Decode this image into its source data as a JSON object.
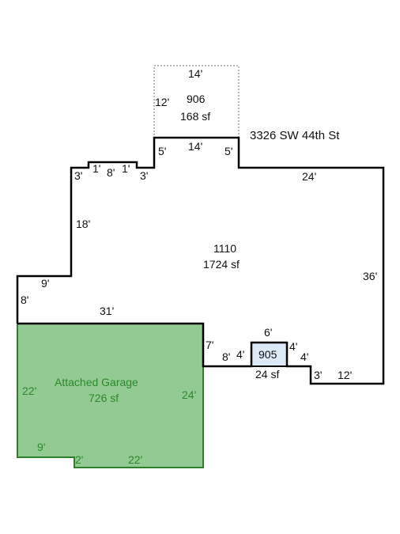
{
  "address": "3326 SW 44th St",
  "colors": {
    "outline": "#000000",
    "garage_fill": "#93c993",
    "garage_stroke": "#2f7f2f",
    "garage_text": "#2a8a2a",
    "porch_fill": "#dce9f7",
    "dotted_area": "#777777"
  },
  "areas": {
    "main": {
      "code": "1110",
      "size": "1724 sf"
    },
    "upper": {
      "code": "906",
      "size": "168 sf"
    },
    "porch": {
      "code": "905",
      "size": "24 sf"
    },
    "garage": {
      "name": "Attached Garage",
      "size": "726 sf"
    }
  },
  "dims": {
    "upper_top": "14'",
    "upper_left": "12'",
    "upper_bottom": "14'",
    "upper_side_left": "5'",
    "upper_side_right": "5'",
    "top_left_3a": "3'",
    "top_1a": "1'",
    "top_8": "8'",
    "top_1b": "1'",
    "top_left_3b": "3'",
    "left_18": "18'",
    "left_9": "9'",
    "left_8": "8'",
    "right_top_24": "24'",
    "right_36": "36'",
    "garage_top_31": "31'",
    "right_7": "7'",
    "bottom_8": "8'",
    "porch_left_4": "4'",
    "porch_top_6": "6'",
    "porch_right_4": "4'",
    "bottom_4": "4'",
    "bottom_3": "3'",
    "bottom_12": "12'",
    "garage_left_22": "22'",
    "garage_right_24": "24'",
    "garage_bottom_9": "9'",
    "garage_notch_2": "2'",
    "garage_bottom_22": "22'"
  }
}
